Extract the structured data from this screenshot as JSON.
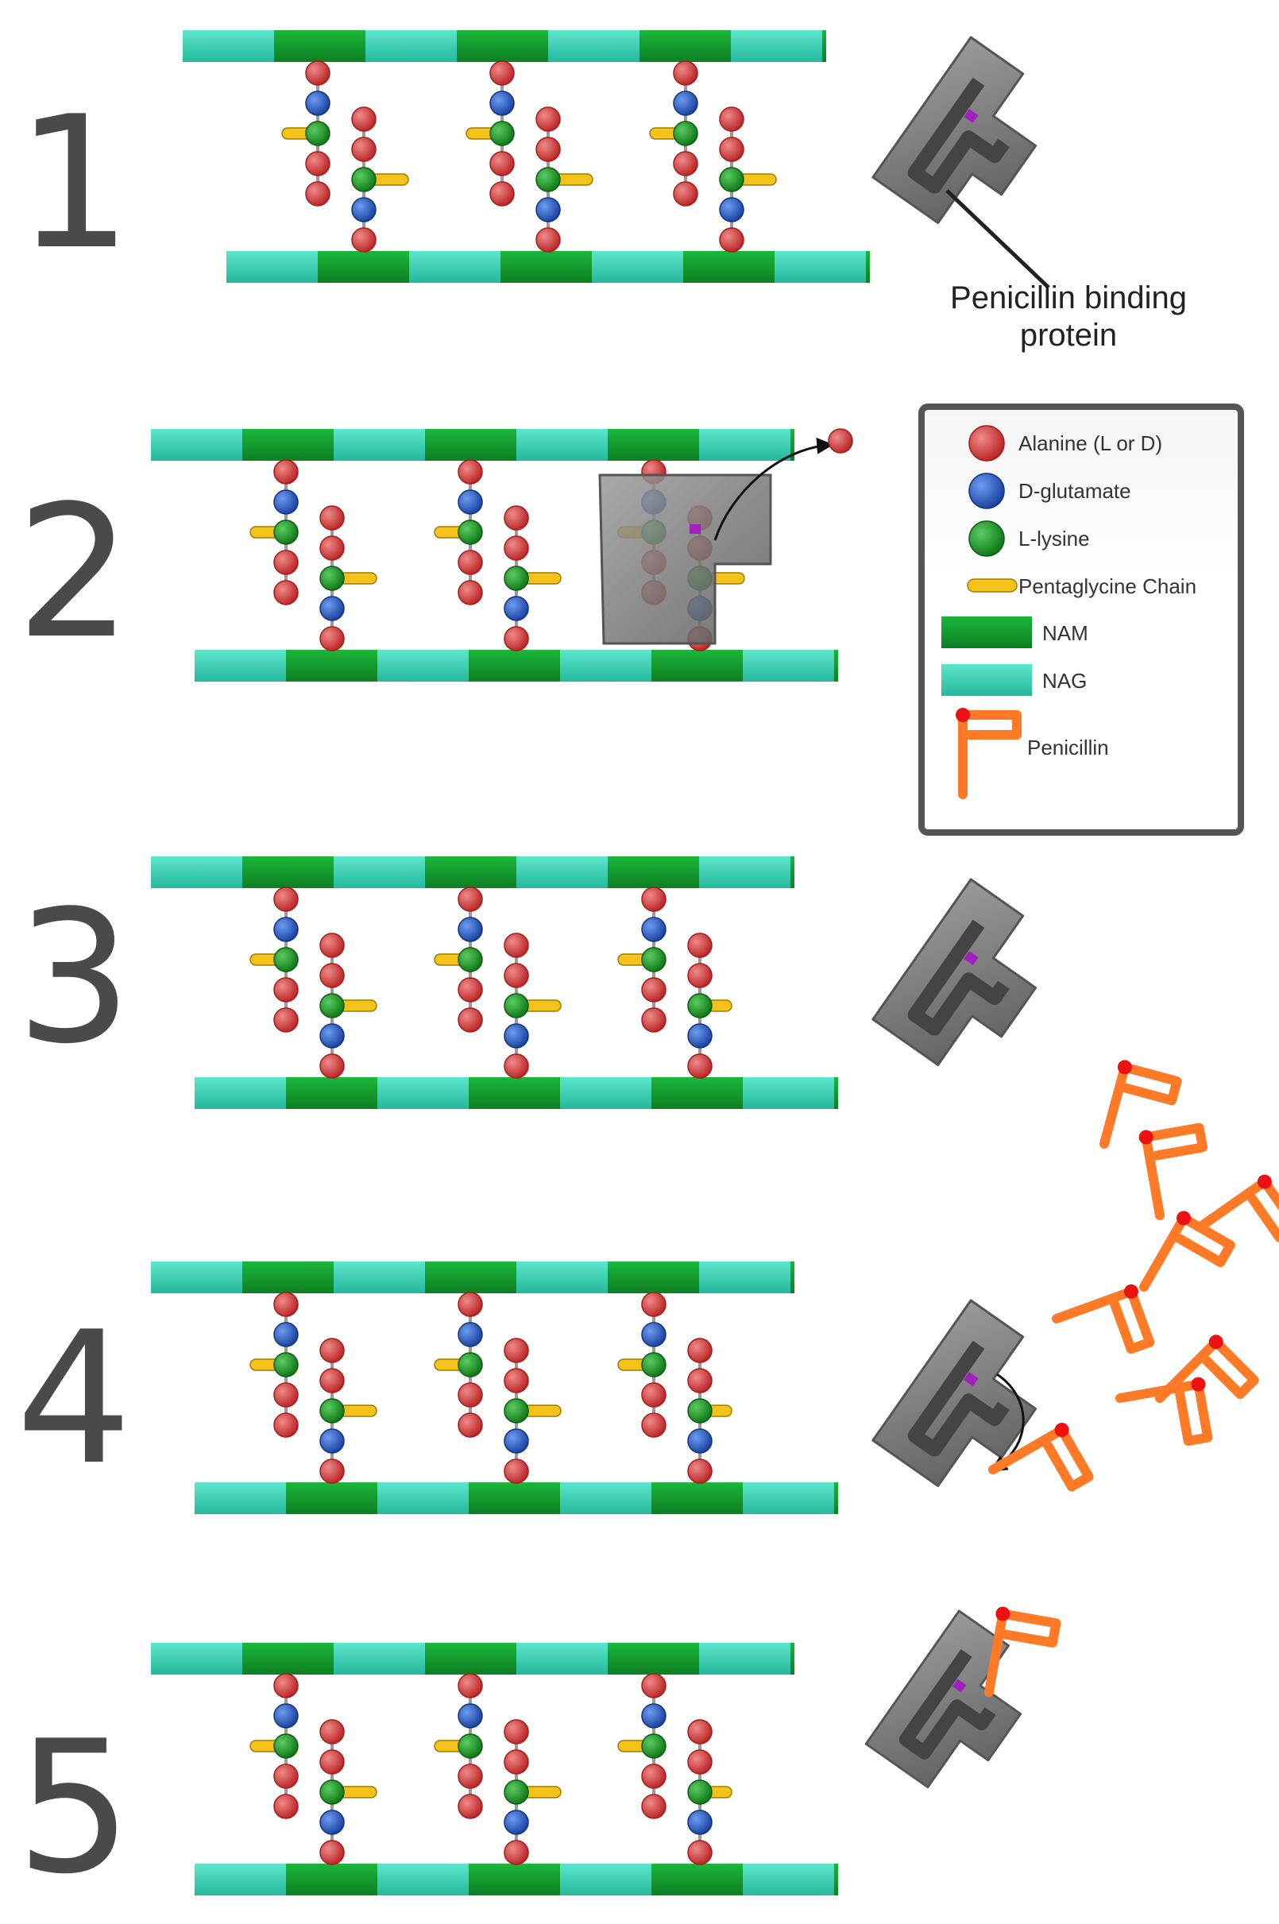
{
  "steps": [
    "1",
    "2",
    "3",
    "4",
    "5"
  ],
  "pbp_label": {
    "line1": "Penicillin binding",
    "line2": "protein"
  },
  "legend": {
    "items": [
      {
        "key": "alanine",
        "label": "Alanine (L or D)"
      },
      {
        "key": "glutamate",
        "label": "D-glutamate"
      },
      {
        "key": "lysine",
        "label": "L-lysine"
      },
      {
        "key": "pentaglycine",
        "label": "Pentaglycine Chain"
      },
      {
        "key": "nam",
        "label": "NAM"
      },
      {
        "key": "nag",
        "label": "NAG"
      },
      {
        "key": "penicillin",
        "label": "Penicillin"
      }
    ]
  },
  "colors": {
    "nag": "#2fd3b4",
    "nam": "#119a2b",
    "alanine": "#d63333",
    "glutamate": "#1f55c8",
    "lysine": "#14951d",
    "pentaglycine": "#f4c21a",
    "protein": "#7a7a7a",
    "active_site": "#a020c0",
    "penicillin": "#ff7a26",
    "penicillin_tip": "#ee1111"
  }
}
